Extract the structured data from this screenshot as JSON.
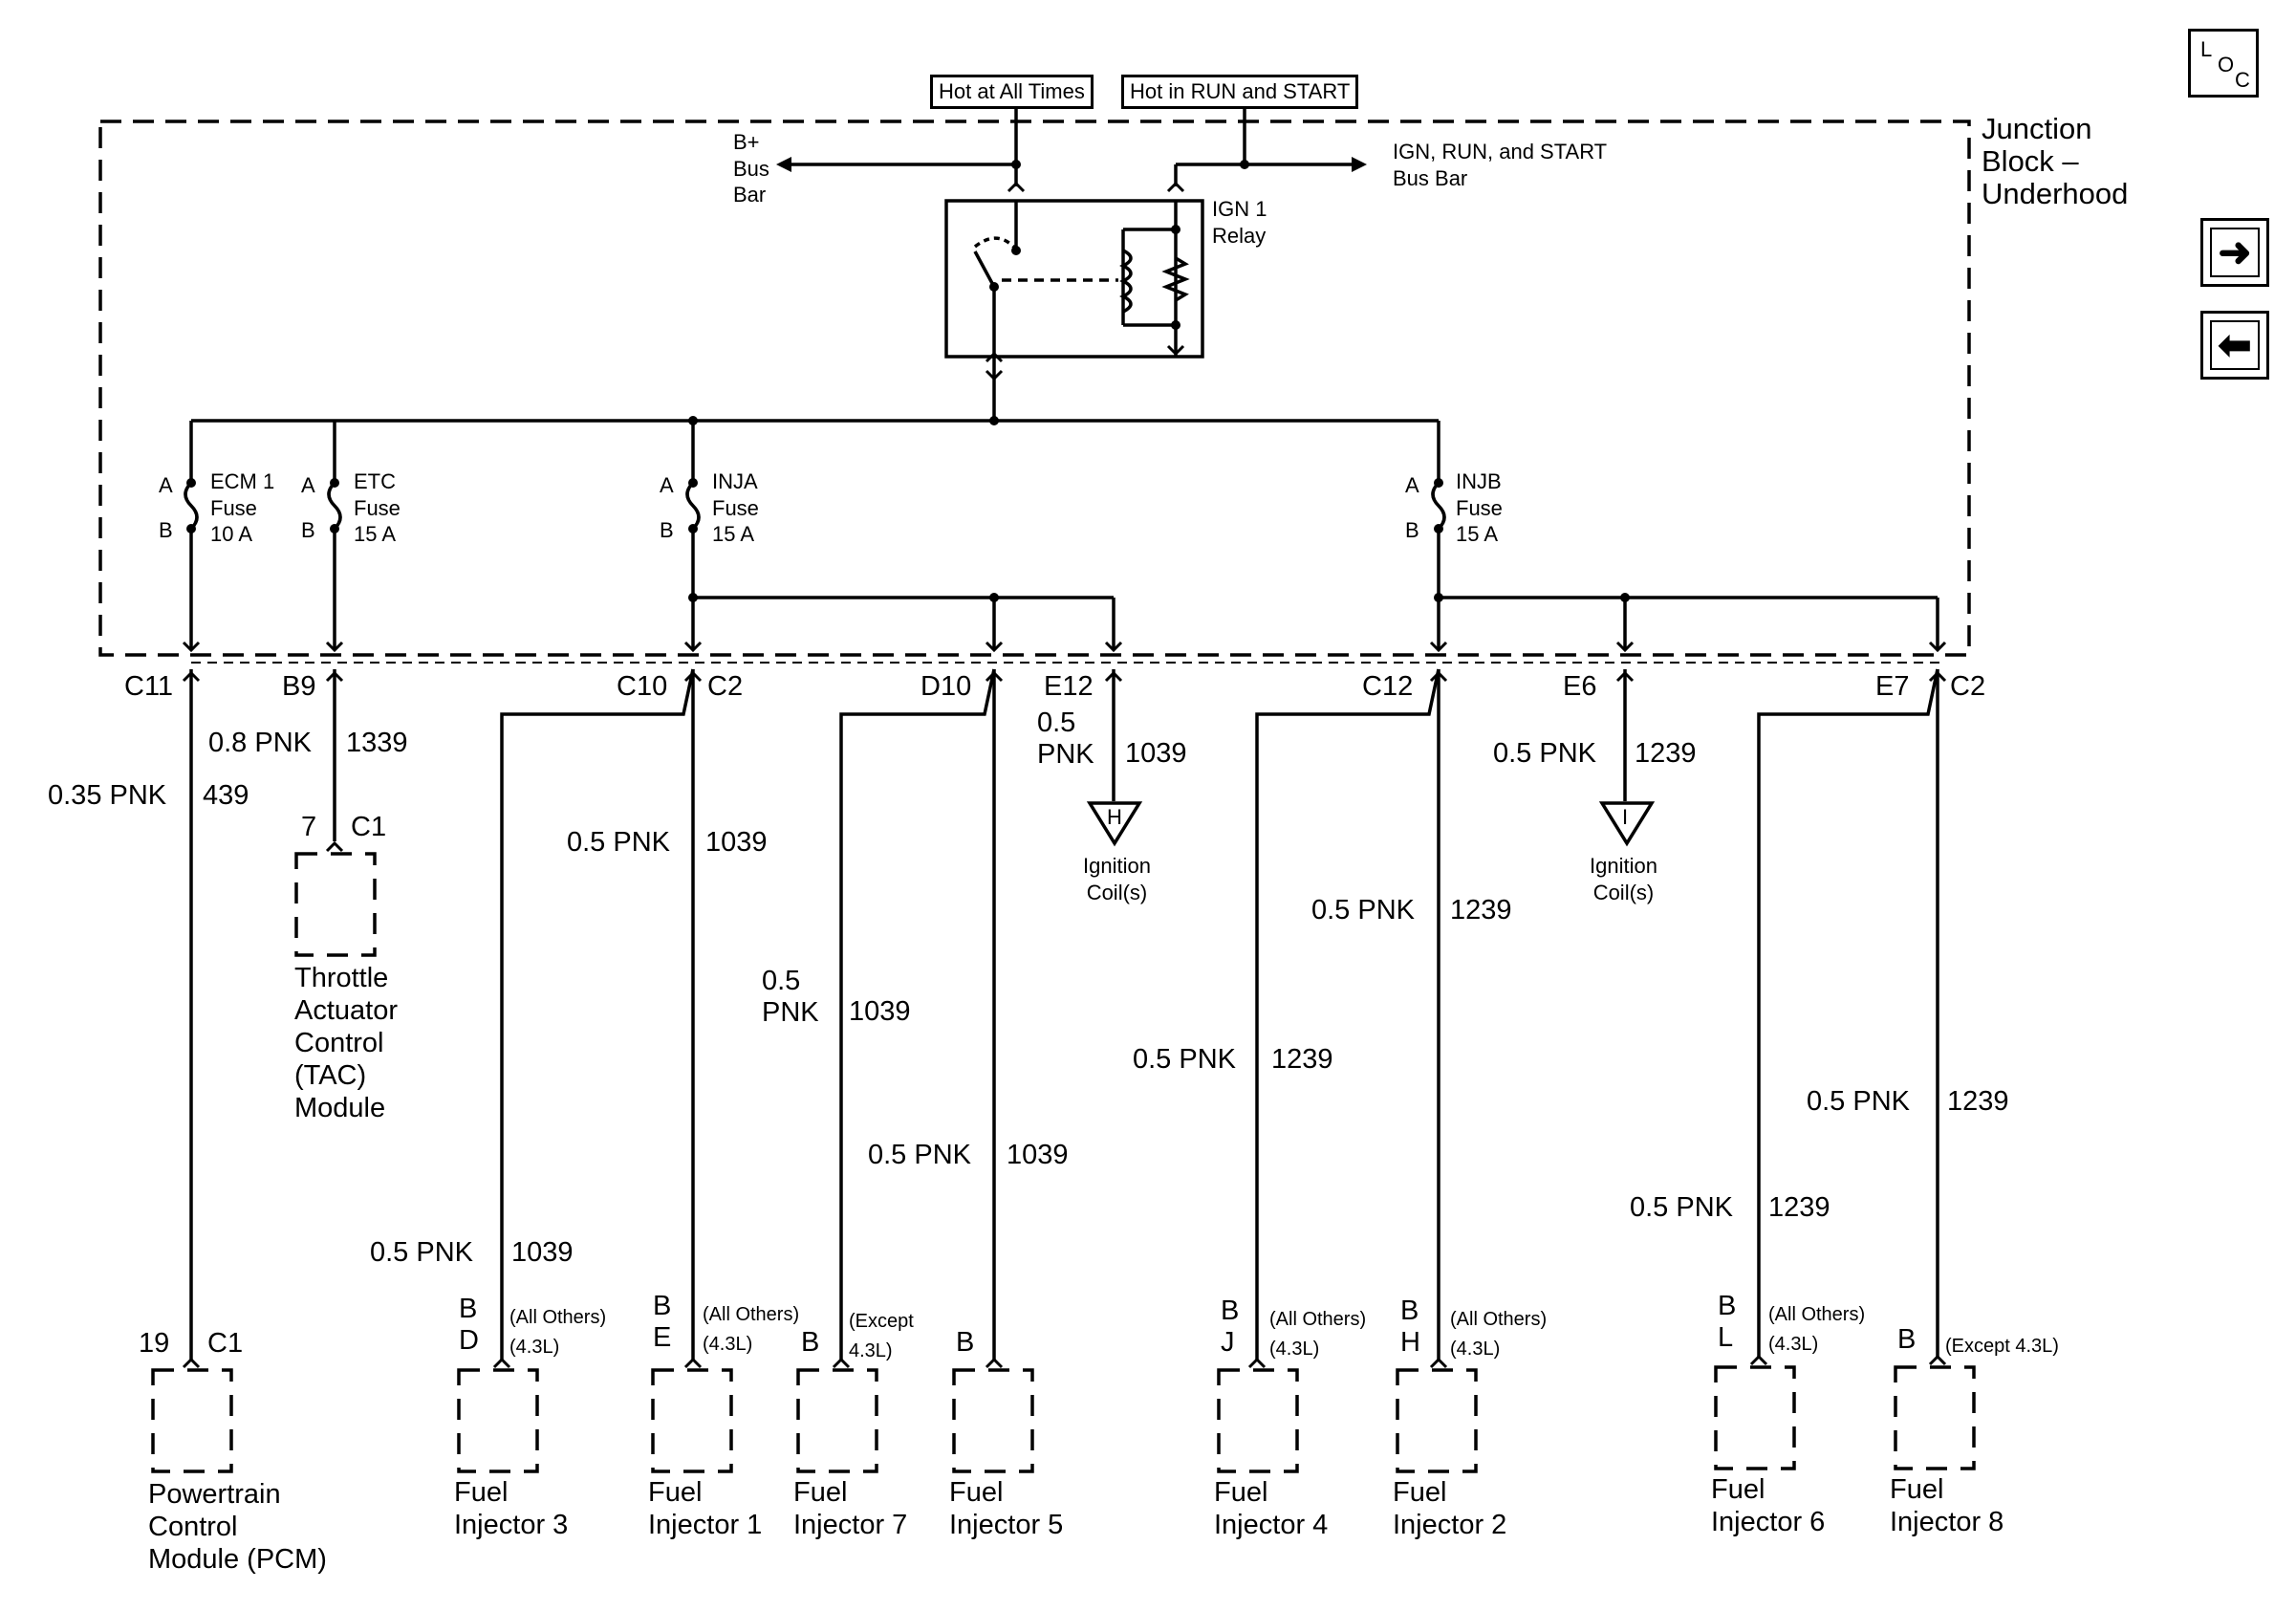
{
  "power_sources": {
    "hot_at_all_times": "Hot at All Times",
    "hot_in_run_start": "Hot in RUN and START"
  },
  "junction_block": "Junction\nBlock –\nUnderhood",
  "bus_bars": {
    "b_plus": "B+\nBus\nBar",
    "ign": "IGN, RUN, and START\nBus Bar"
  },
  "relay": {
    "label": "IGN 1\nRelay"
  },
  "fuses": [
    {
      "pin_a": "A",
      "pin_b": "B",
      "label": "ECM 1\nFuse\n10 A"
    },
    {
      "pin_a": "A",
      "pin_b": "B",
      "label": "ETC\nFuse\n15 A"
    },
    {
      "pin_a": "A",
      "pin_b": "B",
      "label": "INJA\nFuse\n15 A"
    },
    {
      "pin_a": "A",
      "pin_b": "B",
      "label": "INJB\nFuse\n15 A"
    }
  ],
  "connectors": {
    "c11": "C11",
    "b9": "B9",
    "c10": "C10",
    "c2a": "C2",
    "d10": "D10",
    "e12": "E12",
    "c12": "C12",
    "e6": "E6",
    "e7": "E7",
    "c2b": "C2"
  },
  "wires": {
    "w439": {
      "size": "0.35 PNK",
      "circuit": "439"
    },
    "w1339": {
      "size": "0.8 PNK",
      "circuit": "1339"
    },
    "w_c10": {
      "size": "0.5 PNK",
      "circuit": "1039"
    },
    "w_c2a": {
      "size": "0.5 PNK",
      "circuit": "1039"
    },
    "w_d10": {
      "size": "0.5\nPNK",
      "circuit": "1039"
    },
    "w_d10b": {
      "size": "0.5 PNK",
      "circuit": "1039"
    },
    "w_e12": {
      "size": "0.5\nPNK",
      "circuit": "1039"
    },
    "w_c12": {
      "size": "0.5 PNK",
      "circuit": "1239"
    },
    "w_c12b": {
      "size": "0.5 PNK",
      "circuit": "1239"
    },
    "w_e6": {
      "size": "0.5 PNK",
      "circuit": "1239"
    },
    "w_e7": {
      "size": "0.5 PNK",
      "circuit": "1239"
    },
    "w_c2b": {
      "size": "0.5 PNK",
      "circuit": "1239"
    }
  },
  "ignition_coils": [
    {
      "letter": "H",
      "label": "Ignition\nCoil(s)"
    },
    {
      "letter": "I",
      "label": "Ignition\nCoil(s)"
    }
  ],
  "components": {
    "pcm": {
      "pin": "19",
      "conn": "C1",
      "label": "Powertrain\nControl\nModule (PCM)"
    },
    "tac": {
      "pin": "7",
      "conn": "C1",
      "label": "Throttle\nActuator\nControl\n(TAC)\nModule"
    },
    "inj3": {
      "pins": "B\nD",
      "note": "(All Others)\n(4.3L)",
      "label": "Fuel\nInjector 3"
    },
    "inj1": {
      "pins": "B\nE",
      "note": "(All Others)\n(4.3L)",
      "label": "Fuel\nInjector 1"
    },
    "inj7": {
      "pins": "B",
      "note": "(Except\n4.3L)",
      "label": "Fuel\nInjector 7"
    },
    "inj5": {
      "pins": "B",
      "note": "",
      "label": "Fuel\nInjector 5"
    },
    "inj4": {
      "pins": "B\nJ",
      "note": "(All Others)\n(4.3L)",
      "label": "Fuel\nInjector 4"
    },
    "inj2": {
      "pins": "B\nH",
      "note": "(All Others)\n(4.3L)",
      "label": "Fuel\nInjector 2"
    },
    "inj6": {
      "pins": "B\nL",
      "note": "(All Others)\n(4.3L)",
      "label": "Fuel\nInjector 6"
    },
    "inj8": {
      "pins": "B",
      "note": "(Except 4.3L)",
      "label": "Fuel\nInjector 8"
    }
  },
  "nav": {
    "loc_l": "L",
    "loc_o": "O",
    "loc_c": "C",
    "next_icon": "➜",
    "prev_icon": "⬅"
  }
}
